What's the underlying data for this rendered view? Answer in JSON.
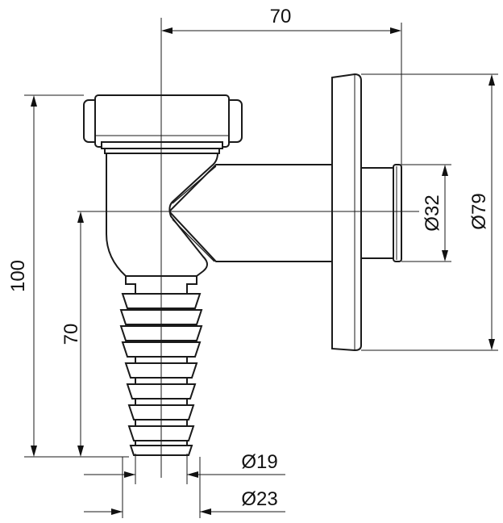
{
  "drawing": {
    "dimensions": {
      "top_width": "70",
      "side_height": "100",
      "inner_height": "70",
      "outlet_diameter": "Ø32",
      "flange_diameter": "Ø79",
      "hose_small_diameter": "Ø19",
      "hose_large_diameter": "Ø23"
    }
  }
}
